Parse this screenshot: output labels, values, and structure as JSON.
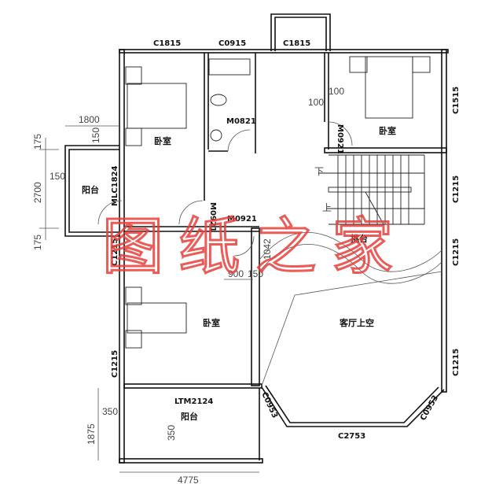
{
  "window_labels": {
    "top_left": "C1815",
    "top_bath": "C0915",
    "top_mid": "C1815",
    "right_bedroom": "C1515",
    "right_stair": "C1215",
    "right_terrace": "C1215",
    "right_lower": "C1215",
    "left_upper": "C1215",
    "left_lower": "C1215",
    "bay_left": "C0953",
    "bay_bottom": "C2753",
    "bay_right": "C0953",
    "balcony_door_left": "MLC1824",
    "balcony_door_lower": "LTM2124"
  },
  "door_labels": {
    "bath": "M0821",
    "bedroom_left_v": "M0921",
    "bedroom_left_h": "M0921",
    "bedroom_right": "M0921",
    "corridor": "1042"
  },
  "rooms": {
    "bedroom_left": "卧室",
    "bedroom_right": "卧室",
    "bedroom_lower": "卧室",
    "balcony_left": "阳台",
    "balcony_lower": "阳台",
    "terrace": "挑台",
    "living_void": "客厅上空"
  },
  "stairs": {
    "down": "下",
    "up": "上"
  },
  "dimensions": {
    "d1800": "1800",
    "d150a": "150",
    "d150b": "150",
    "d175a": "175",
    "d2700": "2700",
    "d175b": "175",
    "d100a": "100",
    "d100b": "100",
    "d900": "900",
    "d150c": "150",
    "d350a": "350",
    "d350b": "350",
    "d1875": "1875",
    "d4775": "4775"
  },
  "watermark": "图纸之家",
  "colors": {
    "walls": "#111111",
    "watermark": "#e8403c"
  }
}
